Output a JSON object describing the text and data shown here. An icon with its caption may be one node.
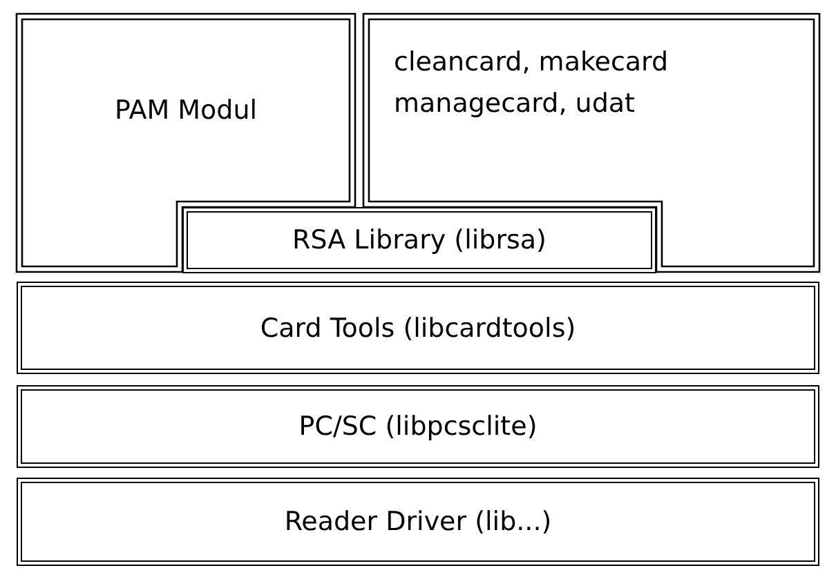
{
  "diagram": {
    "nodes": [
      {
        "text": [
          "PAM Modul"
        ]
      },
      {
        "text": [
          "cleancard, makecard managecard, udat"
        ]
      },
      {
        "text": [
          "RSA Library (librsa)"
        ]
      },
      {
        "text": [
          "Card Tools (libcardtools)"
        ]
      },
      {
        "text": [
          "PC/SC (libpcsclite)"
        ]
      },
      {
        "text": [
          "Reader Driver (lib...)"
        ]
      }
    ]
  }
}
